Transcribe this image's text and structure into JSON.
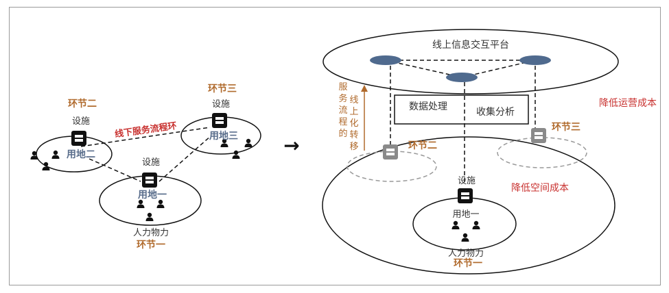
{
  "left": {
    "stage_two": "环节二",
    "stage_three": "环节三",
    "stage_one": "环节一",
    "facility_two": "设施",
    "facility_three": "设施",
    "facility_one": "设施",
    "site_two": "用地二",
    "site_three": "用地三",
    "site_one": "用地一",
    "offline_loop": "线下服务流程环",
    "manpower": "人力物力"
  },
  "arrow": "→",
  "right": {
    "platform": "线上信息交互平台",
    "data_processing": "数据处理",
    "collect_analysis": "收集分析",
    "service_process_chars": [
      "服",
      "务",
      "流",
      "程",
      "的"
    ],
    "online_transfer_chars": [
      "线",
      "上",
      "化",
      "转",
      "移"
    ],
    "reduce_operating_cost": "降低运营成本",
    "reduce_space_cost": "降低空间成本",
    "stage_two": "环节二",
    "stage_three": "环节三",
    "stage_one": "环节一",
    "facility_one": "设施",
    "site_one": "用地一",
    "manpower": "人力物力"
  },
  "colors": {
    "stage_label": "#b06a2c",
    "site_label": "#5a6e8c",
    "red_label": "#c8312f",
    "platform_node": "#4f6a8e"
  }
}
